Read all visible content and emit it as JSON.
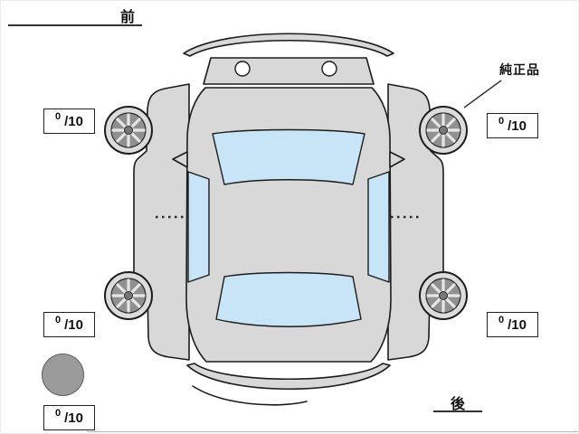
{
  "labels": {
    "front": "前",
    "rear": "後",
    "genuine_part": "純正品"
  },
  "tires": {
    "front_left": {
      "value": "0",
      "max": "/10"
    },
    "front_right": {
      "value": "0",
      "max": "/10"
    },
    "rear_left": {
      "value": "0",
      "max": "/10"
    },
    "rear_right": {
      "value": "0",
      "max": "/10"
    },
    "spare": {
      "value": "0",
      "max": "/10"
    }
  },
  "colors": {
    "background": "#ffffff",
    "car_body": "#d8d8d8",
    "car_outline": "#1c1c1c",
    "window_glass": "#c8e5f7",
    "spare_tire_fill": "#9b9b9b"
  }
}
